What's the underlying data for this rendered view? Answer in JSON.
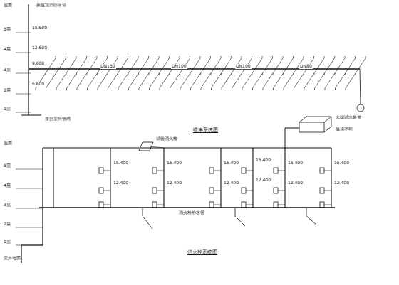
{
  "diagram": {
    "labels": [
      "屋面",
      "5层",
      "4层",
      "3层",
      "2层",
      "1层",
      "15.600",
      "12.600",
      "9.600",
      "6.600",
      "接屋顶消防水箱",
      "DN150",
      "DN100",
      "DN100",
      "DN80",
      "接自室外管网",
      "末端试水装置",
      "喷淋系统图",
      "屋面",
      "5层",
      "4层",
      "3层",
      "2层",
      "1层",
      "室外地面",
      "15.400",
      "15.400",
      "15.400",
      "15.400",
      "15.400",
      "15.400",
      "12.400",
      "12.400",
      "12.400",
      "12.400",
      "12.400",
      "12.400",
      "试验消火栓",
      "屋顶水箱",
      "消火栓给水管",
      "消火栓系统图"
    ]
  }
}
